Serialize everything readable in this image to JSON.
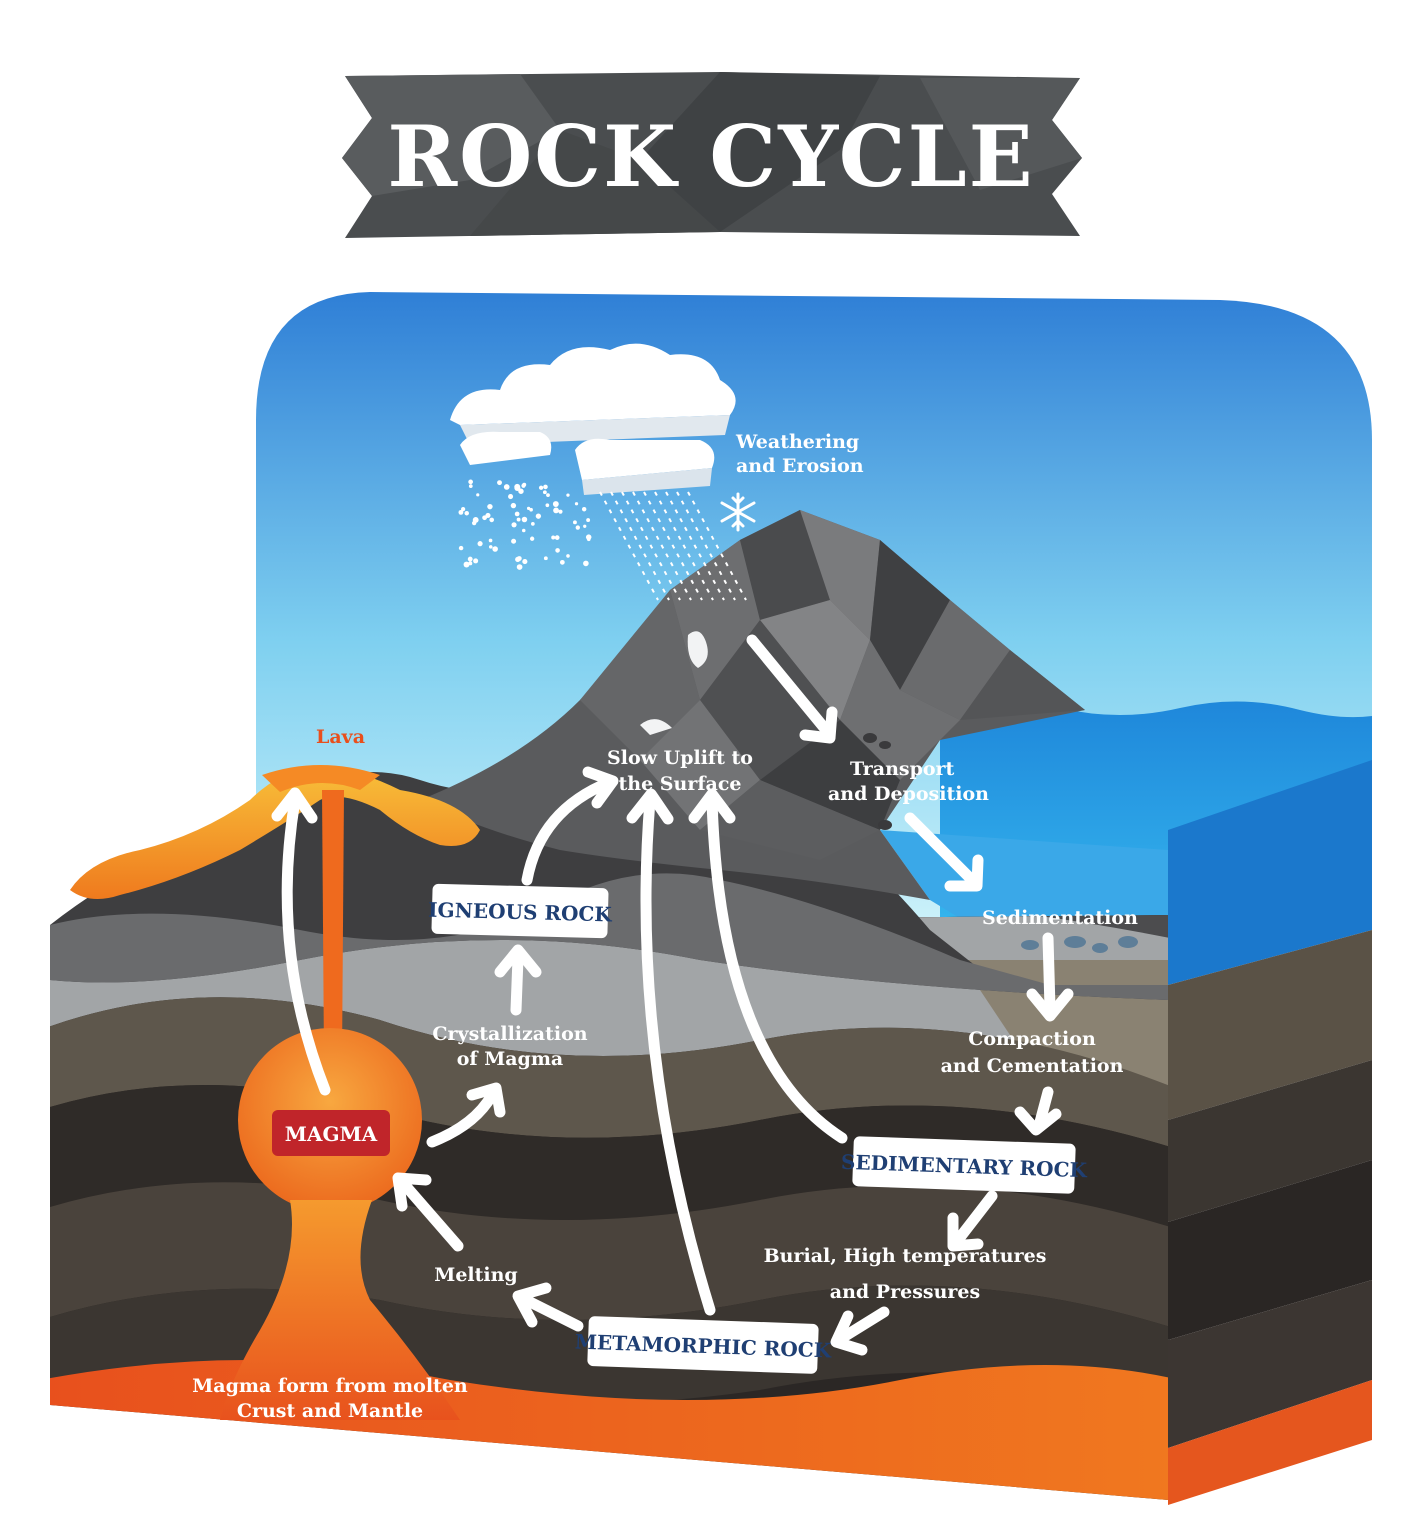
{
  "title": "ROCK CYCLE",
  "boxes": {
    "igneous": "IGNEOUS ROCK",
    "sedimentary": "SEDIMENTARY ROCK",
    "metamorphic": "METAMORPHIC ROCK",
    "magma": "MAGMA"
  },
  "labels": {
    "weathering_1": "Weathering",
    "weathering_2": "and Erosion",
    "lava": "Lava",
    "uplift_1": "Slow Uplift to",
    "uplift_2": "the Surface",
    "transport_1": "Transport",
    "transport_2": "and Deposition",
    "sedimentation": "Sedimentation",
    "compaction_1": "Compaction",
    "compaction_2": "and Cementation",
    "crystallization_1": "Crystallization",
    "crystallization_2": "of Magma",
    "burial_1": "Burial, High temperatures",
    "burial_2": "and Pressures",
    "melting": "Melting",
    "magma_form_1": "Magma form from molten",
    "magma_form_2": "Crust and Mantle"
  },
  "colors": {
    "sky_top": "#2f7fd6",
    "sky_bottom": "#a9e6f6",
    "water": "#1e8fe0",
    "magma": "#f07a1f",
    "lava": "#f5a32a",
    "box_text": "#1f3f73",
    "magma_box": "#c0252a",
    "banner": "#4a4d4f"
  }
}
